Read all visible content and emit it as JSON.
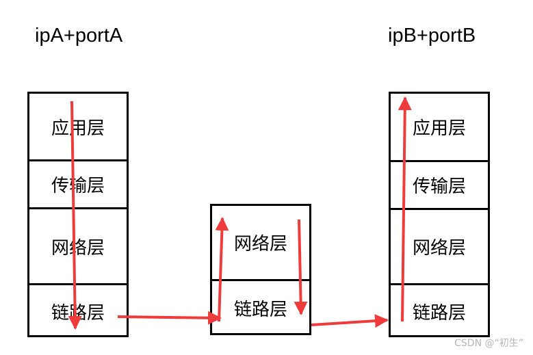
{
  "host_a": {
    "label": "ipA+portA",
    "layers": [
      "应用层",
      "传输层",
      "网络层",
      "链路层"
    ]
  },
  "host_b": {
    "label": "ipB+portB",
    "layers": [
      "应用层",
      "传输层",
      "网络层",
      "链路层"
    ]
  },
  "router": {
    "layers": [
      "网络层",
      "链路层"
    ]
  },
  "colors": {
    "arrow": "#ee3b3b",
    "border": "#000000"
  },
  "watermark": "CSDN @“初生”"
}
